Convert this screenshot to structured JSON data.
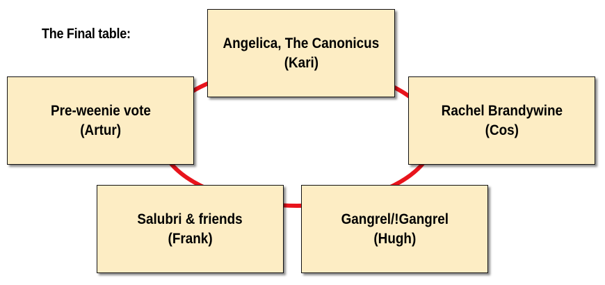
{
  "heading": "The Final table:",
  "colors": {
    "ring": "#e8141c",
    "box_fill": "#fdedc4",
    "box_border": "#111111",
    "text": "#000000"
  },
  "seats": {
    "top": {
      "line1": "Angelica, The Canonicus",
      "line2": "(Kari)"
    },
    "left": {
      "line1": "Pre-weenie vote",
      "line2": "(Artur)"
    },
    "right": {
      "line1": "Rachel Brandywine",
      "line2": "(Cos)"
    },
    "bottom_left": {
      "line1": "Salubri & friends",
      "line2": "(Frank)"
    },
    "bottom_right": {
      "line1": "Gangrel/!Gangrel",
      "line2": "(Hugh)"
    }
  }
}
